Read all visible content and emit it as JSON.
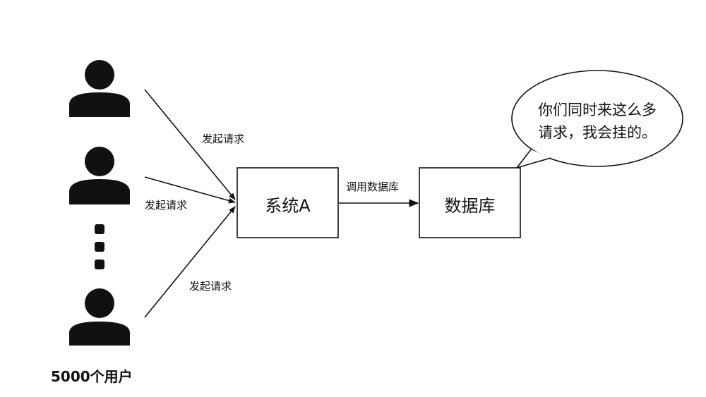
{
  "users": {
    "caption": "5000个用户",
    "figures": [
      "user-1",
      "user-2",
      "user-3"
    ],
    "ellipsis_dots": 3
  },
  "edges": {
    "request_1": "发起请求",
    "request_2": "发起请求",
    "request_3": "发起请求",
    "call_db": "调用数据库"
  },
  "nodes": {
    "system": "系统A",
    "database": "数据库"
  },
  "bubble": {
    "line1": "你们同时来这么多",
    "line2": "请求，我会挂的。"
  },
  "colors": {
    "stroke": "#111111",
    "background": "#ffffff"
  },
  "icons": [
    "person-icon",
    "ellipsis-dot-icon",
    "arrow-head-icon",
    "speech-bubble-icon"
  ]
}
